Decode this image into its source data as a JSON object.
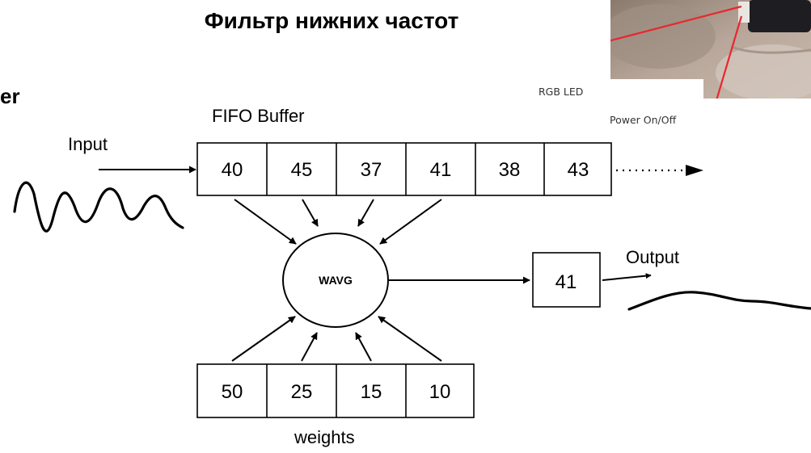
{
  "title": "Фильтр нижних частот",
  "cut_text": "er",
  "photo": {
    "labels": {
      "rgb_led": "RGB LED",
      "power": "Power On/Off"
    },
    "arrow_color": "#e8282e"
  },
  "diagram": {
    "fifo_label": "FIFO Buffer",
    "fifo_values": [
      "40",
      "45",
      "37",
      "41",
      "38",
      "43"
    ],
    "input_label": "Input",
    "center_label": "WAVG",
    "output_label": "Output",
    "output_value": "41",
    "weights_values": [
      "50",
      "25",
      "15",
      "10"
    ],
    "weights_label": "weights"
  }
}
